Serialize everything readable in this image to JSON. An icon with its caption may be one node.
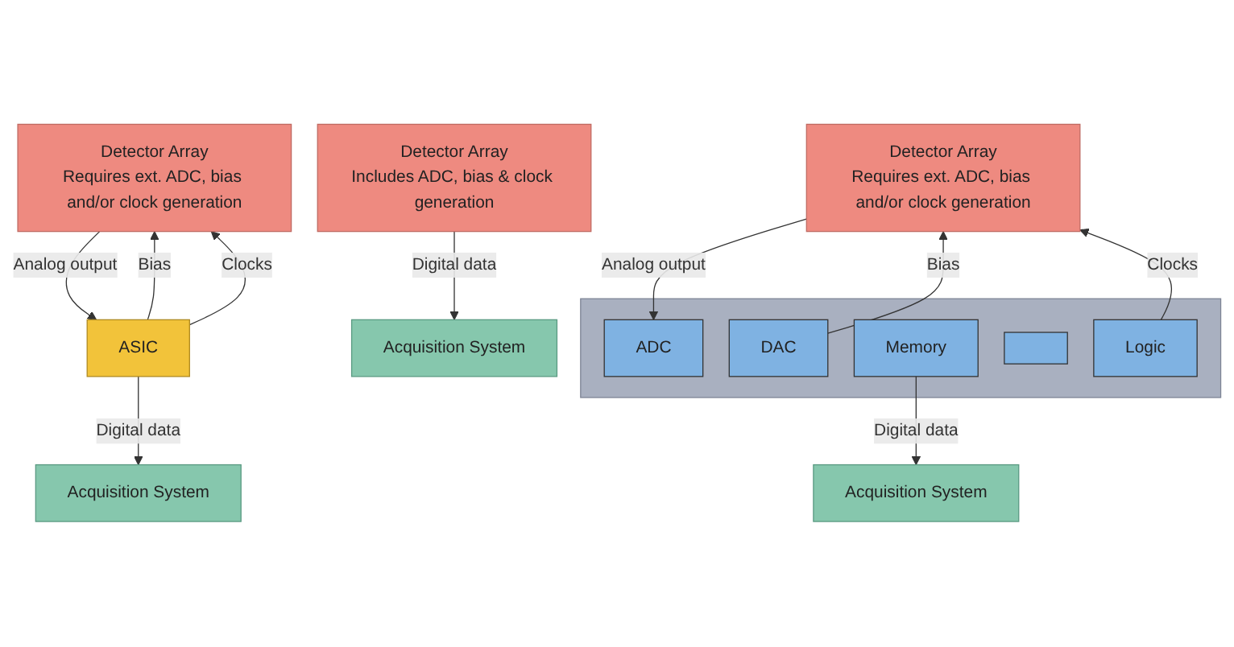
{
  "diagram": {
    "nodes": [
      {
        "text": [
          "Detector Array",
          "Includes ADC, bias & clock generation"
        ]
      },
      {
        "text": [
          "Acquisition System"
        ]
      },
      {
        "text": [
          "Detector Array",
          "Requires ext. ADC, bias and/or clock generation"
        ]
      },
      {
        "text": [],
        "shape": "box"
      },
      {
        "text": [
          "ADC"
        ],
        "in": 3
      },
      {
        "text": [
          "DAC"
        ],
        "in": 3
      },
      {
        "text": [
          "Memory"
        ],
        "in": 3
      },
      {
        "text": [],
        "shape": "box",
        "in": 3
      },
      {
        "text": [
          "Logic"
        ],
        "in": 3
      },
      {
        "text": [
          "Acquisition System"
        ]
      },
      {
        "text": [
          "Detector Array",
          "Requires ext. ADC, bias and/or clock generation"
        ]
      },
      {
        "text": [
          "ASIC"
        ]
      },
      {
        "text": [
          "Acquisition System"
        ]
      }
    ],
    "edges": [
      {
        "from": 0,
        "to": 1,
        "arrow": "to",
        "label": "Digital data"
      },
      {
        "from": 2,
        "to": 4,
        "arrow": "to",
        "label": "Analog output"
      },
      {
        "from": 5,
        "to": 2,
        "arrow": "to",
        "label": "Bias"
      },
      {
        "from": 8,
        "to": 2,
        "arrow": "to",
        "label": "Clocks"
      },
      {
        "from": 6,
        "to": 9,
        "arrow": "to",
        "label": "Digital data"
      },
      {
        "from": 10,
        "to": 11,
        "arrow": "to",
        "label": "Analog output"
      },
      {
        "from": 11,
        "to": 10,
        "arrow": "to",
        "label": "Bias"
      },
      {
        "from": 11,
        "to": 10,
        "arrow": "to",
        "label": "Clocks"
      },
      {
        "from": 11,
        "to": 12,
        "arrow": "to",
        "label": "Digital data"
      }
    ]
  }
}
